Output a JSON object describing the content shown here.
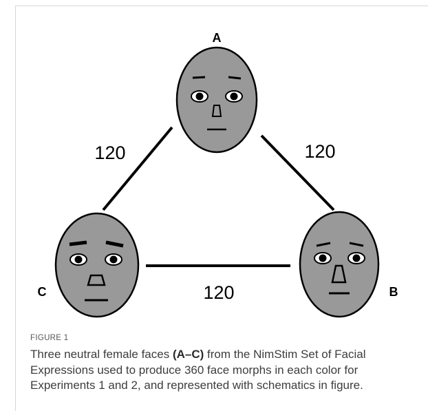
{
  "diagram": {
    "vertex_labels": {
      "a": "A",
      "b": "B",
      "c": "C"
    },
    "edge_labels": {
      "ab": "120",
      "ac": "120",
      "cb": "120"
    },
    "face_color": "#999999",
    "outline_color": "#000000"
  },
  "figure": {
    "label": "FIGURE 1",
    "caption_pre": "Three neutral female faces ",
    "caption_ref": "(A–C)",
    "caption_post": " from the NimStim Set of Facial Expressions used to produce 360 face morphs in each color for Experiments 1 and 2, and represented with schematics in figure."
  }
}
